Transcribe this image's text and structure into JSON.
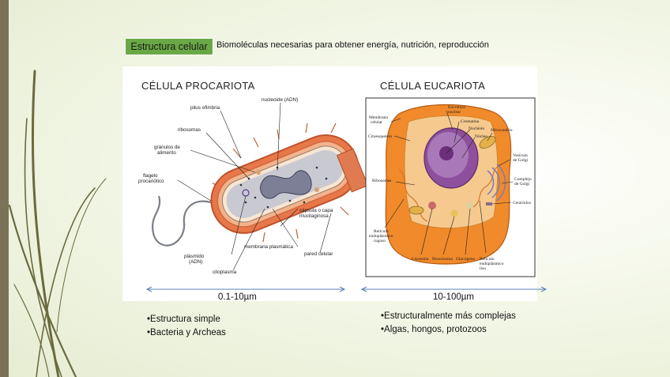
{
  "slide": {
    "title": "Estructura celular",
    "subtitle": "Biomoléculas necesarias para obtener energía, nutrición, reproducción"
  },
  "prokaryote": {
    "heading": "CÉLULA PROCARIOTA",
    "labels": {
      "pilus": "pilus ofimbria",
      "nucleoid": "nucleoide (ADN)",
      "ribosomes": "ribosomas",
      "granules_1": "gránulos de",
      "granules_2": "alimento",
      "flagellum_1": "flagelo",
      "flagellum_2": "procariótico",
      "capsule_1": "cápsula o capa",
      "capsule_2": "mucilaginosa",
      "membrane": "membrana plasmática",
      "plasmid_1": "plásmido",
      "plasmid_2": "(ADN)",
      "wall": "pared celular",
      "cytoplasm": "citoplasma"
    },
    "size": "0.1-10µm",
    "bullets": [
      "•Estructura simple",
      "•Bacteria y Archeas"
    ]
  },
  "eukaryote": {
    "heading": "CÉLULA EUCARIOTA",
    "labels": {
      "envelope_1": "Envoltura",
      "envelope_2": "nuclear",
      "chromatin": "Cromatina",
      "nucleolus": "Nucléolo",
      "nucleus": "Núcleo",
      "membrane_1": "Membrana",
      "membrane_2": "celular",
      "cytoskeleton": "Citoesqueleto",
      "mitochondrion": "Mitocondrio",
      "vesicle_1": "Vesícula",
      "vesicle_2": "de Golgi",
      "golgi_1": "Complejo",
      "golgi_2": "de Golgi",
      "ribosomes": "Ribosomas",
      "centrioles": "Centríolos",
      "rough_er_1": "Retículo",
      "rough_er_2": "endoplásmico",
      "rough_er_3": "rugoso",
      "lysosome": "Lisosoma",
      "peroxisome": "Peroxisoma",
      "glycogen": "Glucógeno",
      "smooth_er_1": "Retículo",
      "smooth_er_2": "endoplásmico",
      "smooth_er_3": "liso"
    },
    "size": "10-100µm",
    "bullets": [
      "•Estructuralmente más complejas",
      "•Algas, hongos, protozoos"
    ]
  },
  "colors": {
    "title_box": "#6aa845",
    "arrow": "#5b7fb5",
    "cell_wall": "#e06a3a",
    "eukaryote_body": "#f08a2a",
    "nucleus": "#8e4f9c"
  }
}
